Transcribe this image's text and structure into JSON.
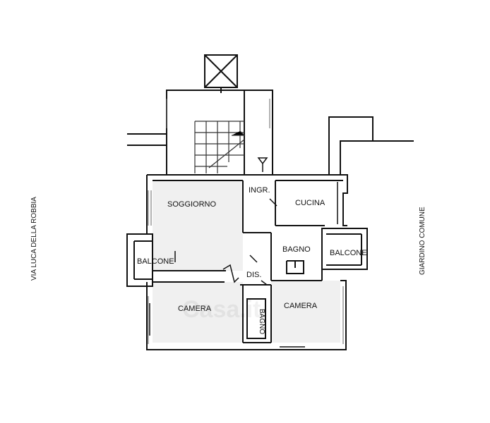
{
  "rooms": {
    "soggiorno": "SOGGIORNO",
    "ingresso": "INGR.",
    "cucina": "CUCINA",
    "bagno_main": "BAGNO",
    "balcone_right": "BALCONE",
    "balcone_left": "BALCONE",
    "disimpegno": "DIS.",
    "camera_left": "CAMERA",
    "camera_right": "CAMERA",
    "bagno_small": "BAGNO"
  },
  "street_labels": {
    "left": "VIA LUCA DELLA ROBBIA",
    "right": "GIARDINO COMUNE"
  },
  "watermark": "Casa.it",
  "colors": {
    "wall": "#111111",
    "hatch": "#666666",
    "room_fill": "#f2f2f2"
  }
}
